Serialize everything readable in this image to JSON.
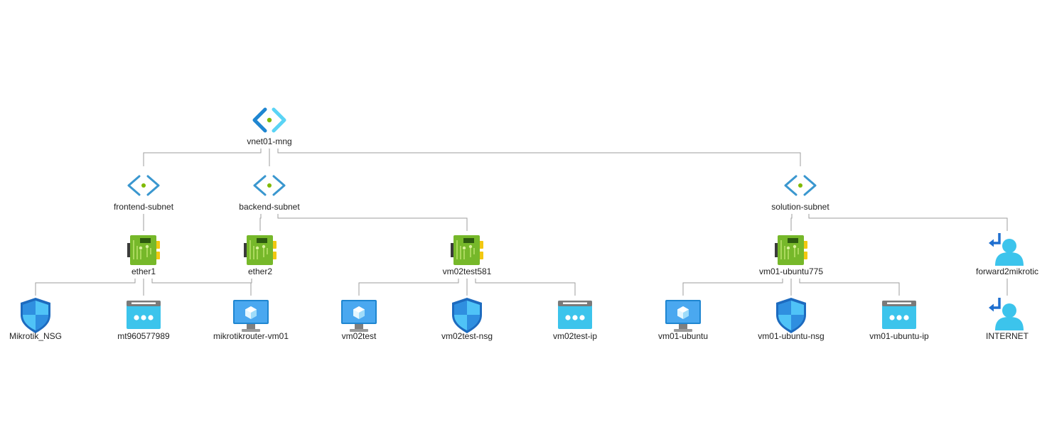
{
  "diagram": {
    "nodes": [
      {
        "id": "vnet",
        "label": "vnet01-mng",
        "icon": "vnet-icon"
      },
      {
        "id": "fe_subnet",
        "label": "frontend-subnet",
        "icon": "subnet-icon"
      },
      {
        "id": "be_subnet",
        "label": "backend-subnet",
        "icon": "subnet-icon"
      },
      {
        "id": "sol_subnet",
        "label": "solution-subnet",
        "icon": "subnet-icon"
      },
      {
        "id": "ether1",
        "label": "ether1",
        "icon": "nic-icon"
      },
      {
        "id": "ether2",
        "label": "ether2",
        "icon": "nic-icon"
      },
      {
        "id": "nic581",
        "label": "vm02test581",
        "icon": "nic-icon"
      },
      {
        "id": "nic775",
        "label": "vm01-ubuntu775",
        "icon": "nic-icon"
      },
      {
        "id": "fwd",
        "label": "forward2mikrotic",
        "icon": "route-user-icon"
      },
      {
        "id": "nsg1",
        "label": "Mikrotik_NSG",
        "icon": "nsg-shield-icon"
      },
      {
        "id": "ip1",
        "label": "mt960577989",
        "icon": "public-ip-icon"
      },
      {
        "id": "vm1",
        "label": "mikrotikrouter-vm01",
        "icon": "vm-monitor-icon"
      },
      {
        "id": "vm2",
        "label": "vm02test",
        "icon": "vm-monitor-icon"
      },
      {
        "id": "nsg2",
        "label": "vm02test-nsg",
        "icon": "nsg-shield-icon"
      },
      {
        "id": "ip2",
        "label": "vm02test-ip",
        "icon": "public-ip-icon"
      },
      {
        "id": "vm3",
        "label": "vm01-ubuntu",
        "icon": "vm-monitor-icon"
      },
      {
        "id": "nsg3",
        "label": "vm01-ubuntu-nsg",
        "icon": "nsg-shield-icon"
      },
      {
        "id": "ip3",
        "label": "vm01-ubuntu-ip",
        "icon": "public-ip-icon"
      },
      {
        "id": "inet",
        "label": "INTERNET",
        "icon": "route-user-icon"
      }
    ],
    "edges": [
      [
        "vnet",
        "fe_subnet"
      ],
      [
        "vnet",
        "be_subnet"
      ],
      [
        "vnet",
        "sol_subnet"
      ],
      [
        "fe_subnet",
        "ether1"
      ],
      [
        "be_subnet",
        "ether2"
      ],
      [
        "be_subnet",
        "nic581"
      ],
      [
        "sol_subnet",
        "nic775"
      ],
      [
        "sol_subnet",
        "fwd"
      ],
      [
        "ether1",
        "nsg1"
      ],
      [
        "ether1",
        "ip1"
      ],
      [
        "ether1",
        "vm1"
      ],
      [
        "ether2",
        "vm1"
      ],
      [
        "nic581",
        "vm2"
      ],
      [
        "nic581",
        "nsg2"
      ],
      [
        "nic581",
        "ip2"
      ],
      [
        "nic775",
        "vm3"
      ],
      [
        "nic775",
        "nsg3"
      ],
      [
        "nic775",
        "ip3"
      ],
      [
        "fwd",
        "inet"
      ]
    ]
  }
}
